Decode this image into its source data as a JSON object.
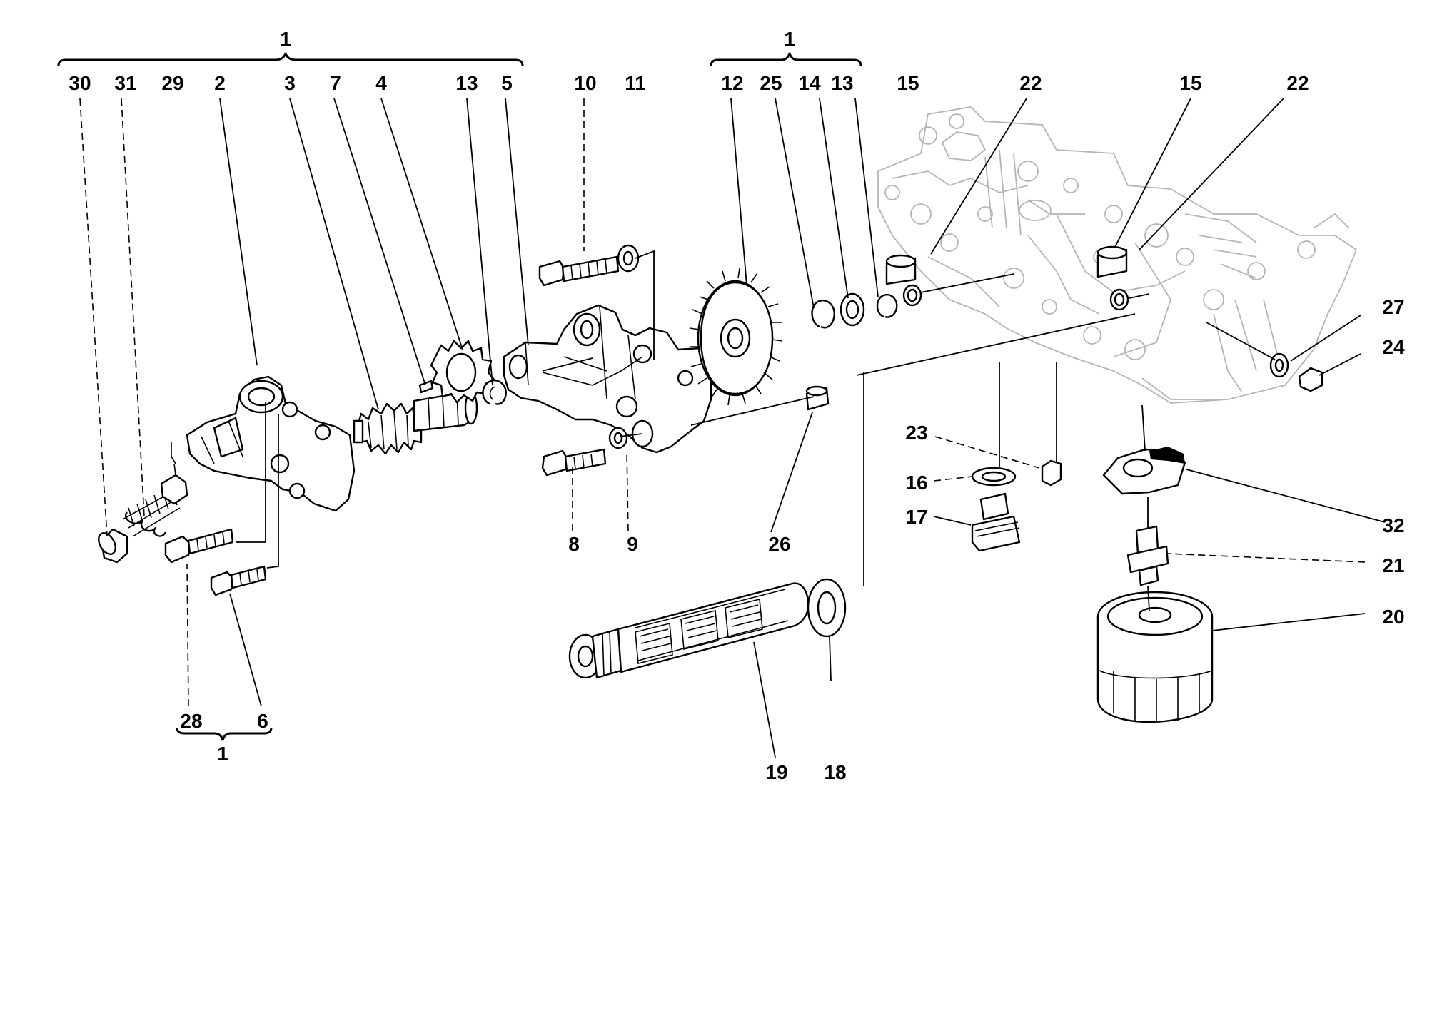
{
  "labels": {
    "top_bracket_left": "1",
    "top_bracket_mid": "1",
    "bottom_bracket": "1",
    "l30": "30",
    "l31": "31",
    "l29": "29",
    "l2": "2",
    "l3": "3",
    "l7": "7",
    "l4": "4",
    "l13a": "13",
    "l5": "5",
    "l10": "10",
    "l11": "11",
    "l12": "12",
    "l25": "25",
    "l14": "14",
    "l13b": "13",
    "l15a": "15",
    "l22a": "22",
    "l15b": "15",
    "l22b": "22",
    "l27": "27",
    "l24": "24",
    "l23": "23",
    "l16": "16",
    "l17": "17",
    "l32": "32",
    "l21": "21",
    "l20": "20",
    "l8": "8",
    "l9": "9",
    "l26": "26",
    "l28": "28",
    "l6": "6",
    "l19": "19",
    "l18": "18"
  },
  "colors": {
    "ink": "#000000",
    "ghost": "#b5b5b5",
    "background": "#ffffff"
  }
}
